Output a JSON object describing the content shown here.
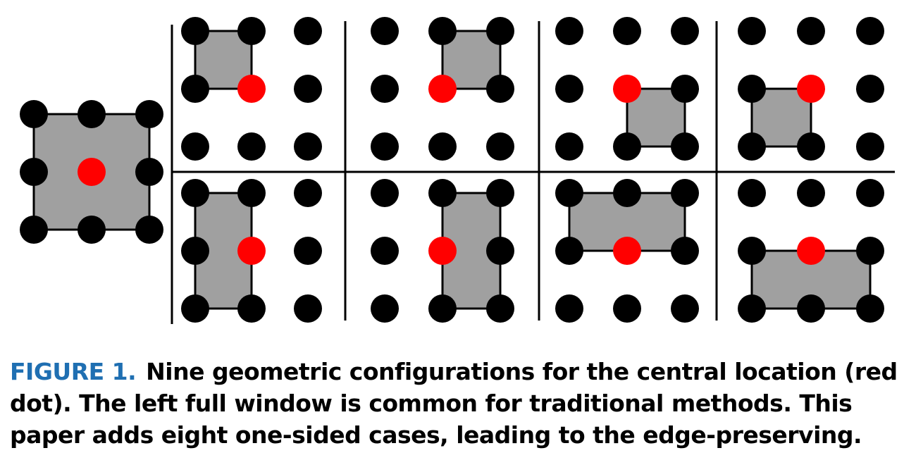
{
  "colors": {
    "dot": "#000000",
    "center_dot": "#ff0000",
    "window_fill": "#a0a0a0",
    "label": "#1f6fb2"
  },
  "figure": {
    "grid_size": 3,
    "center": [
      1,
      1
    ],
    "full_window": {
      "cells": [
        [
          0,
          0
        ],
        [
          0,
          1
        ],
        [
          0,
          2
        ],
        [
          1,
          0
        ],
        [
          1,
          1
        ],
        [
          1,
          2
        ],
        [
          2,
          0
        ],
        [
          2,
          1
        ],
        [
          2,
          2
        ]
      ]
    },
    "one_sided_cases": [
      {
        "cells": [
          [
            0,
            0
          ],
          [
            0,
            1
          ],
          [
            1,
            0
          ],
          [
            1,
            1
          ]
        ]
      },
      {
        "cells": [
          [
            0,
            1
          ],
          [
            0,
            2
          ],
          [
            1,
            1
          ],
          [
            1,
            2
          ]
        ]
      },
      {
        "cells": [
          [
            1,
            1
          ],
          [
            1,
            2
          ],
          [
            2,
            1
          ],
          [
            2,
            2
          ]
        ]
      },
      {
        "cells": [
          [
            1,
            0
          ],
          [
            1,
            1
          ],
          [
            2,
            0
          ],
          [
            2,
            1
          ]
        ]
      },
      {
        "cells": [
          [
            0,
            0
          ],
          [
            0,
            1
          ],
          [
            1,
            0
          ],
          [
            1,
            1
          ],
          [
            2,
            0
          ],
          [
            2,
            1
          ]
        ]
      },
      {
        "cells": [
          [
            0,
            1
          ],
          [
            0,
            2
          ],
          [
            1,
            1
          ],
          [
            1,
            2
          ],
          [
            2,
            1
          ],
          [
            2,
            2
          ]
        ]
      },
      {
        "cells": [
          [
            0,
            0
          ],
          [
            0,
            1
          ],
          [
            0,
            2
          ],
          [
            1,
            0
          ],
          [
            1,
            1
          ],
          [
            1,
            2
          ]
        ]
      },
      {
        "cells": [
          [
            1,
            0
          ],
          [
            1,
            1
          ],
          [
            1,
            2
          ],
          [
            2,
            0
          ],
          [
            2,
            1
          ],
          [
            2,
            2
          ]
        ]
      }
    ]
  },
  "caption": {
    "label": "FIGURE 1.",
    "text": "Nine geometric configurations for the central location (red dot). The left full window is common for traditional methods. This paper adds eight one-sided cases, leading to the edge-preserving."
  }
}
